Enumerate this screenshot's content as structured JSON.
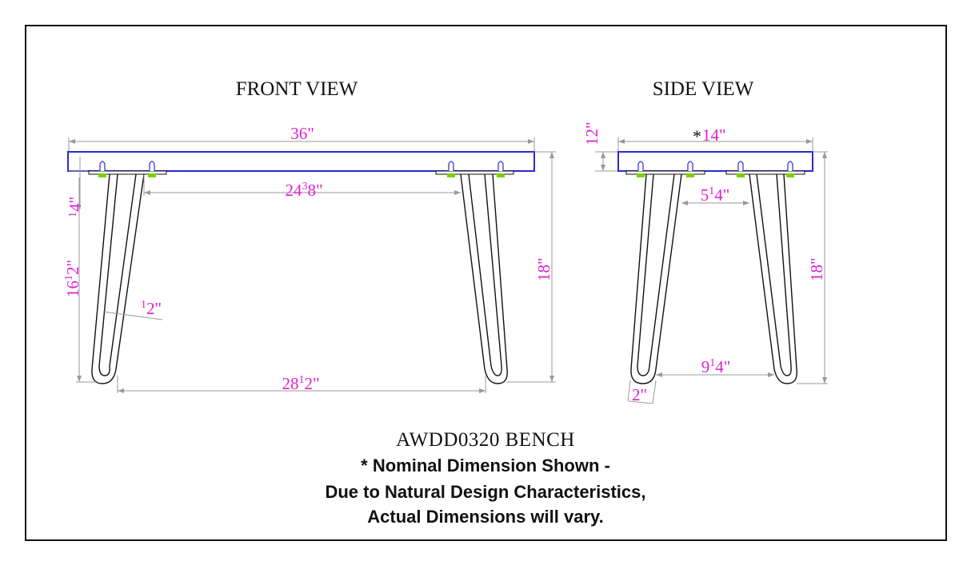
{
  "drawing": {
    "views": {
      "front": {
        "title": "FRONT VIEW",
        "dims": {
          "overall_width": "36\"",
          "leg_inner_top": {
            "whole": "24",
            "num": "3",
            "den": "8\""
          },
          "plate_thickness": {
            "num": "1",
            "den": "4\""
          },
          "leg_height": {
            "whole": "16",
            "num": "1",
            "den": "2\""
          },
          "rod_diameter": {
            "num": "1",
            "den": "2\""
          },
          "overall_height": "18\"",
          "foot_span": {
            "whole": "28",
            "num": "1",
            "den": "2\""
          }
        }
      },
      "side": {
        "title": "SIDE VIEW",
        "dims": {
          "depth_mark": "*",
          "overall_depth": "14\"",
          "top_thickness": {
            "whole": "1",
            "den": "2\""
          },
          "leg_inner_top": {
            "whole": "5",
            "num": "1",
            "den": "4\""
          },
          "overall_height": "18\"",
          "foot_span": {
            "whole": "9",
            "num": "1",
            "den": "4\""
          },
          "foot_width": "2\""
        }
      }
    },
    "colors": {
      "dimension": "#e020d0",
      "top_outline": "#2b2bd0",
      "nut": "#7cd000",
      "dim_line": "#999999"
    }
  },
  "caption": {
    "model": "AWDD0320  BENCH",
    "note_line1": "* Nominal Dimension Shown -",
    "note_line2": "Due to Natural Design Characteristics,",
    "note_line3": "Actual Dimensions will vary."
  }
}
